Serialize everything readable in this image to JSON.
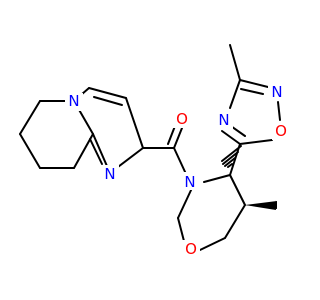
{
  "molecule": {
    "atoms": {
      "n_imidazopyridine_bridge": "N",
      "n_imidazole": "N",
      "o_carbonyl": "O",
      "n_morpholine": "N",
      "o_morpholine": "O",
      "n_oxadiazole_4": "N",
      "n_oxadiazole_2": "N",
      "o_oxadiazole": "O"
    },
    "colors": {
      "nitrogen": "#0000ff",
      "oxygen": "#ff0000",
      "bond": "#000000"
    }
  }
}
